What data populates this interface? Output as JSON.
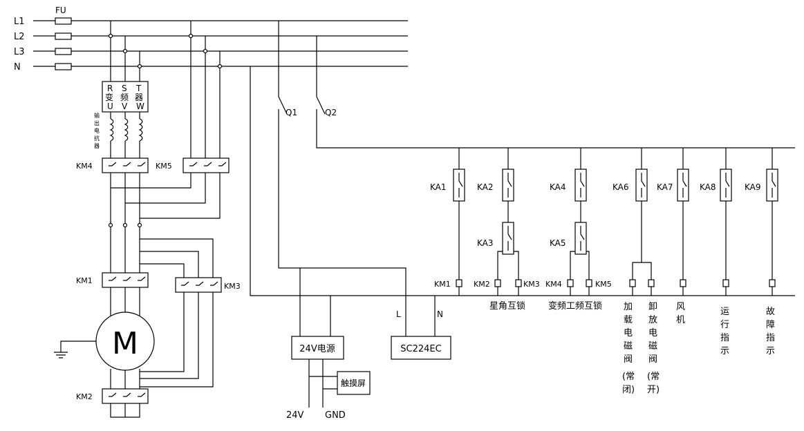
{
  "lines": [
    "L1",
    "L2",
    "L3",
    "N"
  ],
  "fuse_label": "FU",
  "inverter": {
    "r": "R",
    "s": "S",
    "t": "T",
    "c1": "变",
    "c2": "频",
    "c3": "器",
    "u": "U",
    "v": "V",
    "w": "W"
  },
  "reactor_label": [
    "输",
    "出",
    "电",
    "抗",
    "器"
  ],
  "contactors": {
    "km1": "KM1",
    "km2": "KM2",
    "km3": "KM3",
    "km4": "KM4",
    "km5": "KM5"
  },
  "motor_label": "M",
  "breakers": {
    "q1": "Q1",
    "q2": "Q2"
  },
  "power_supply": "24V电源",
  "touch_screen": "触摸屏",
  "plc": "SC224EC",
  "plc_l": "L",
  "plc_n": "N",
  "outputs": {
    "v24": "24V",
    "gnd": "GND"
  },
  "relays": {
    "ka1": "KA1",
    "ka2": "KA2",
    "ka3": "KA3",
    "ka4": "KA4",
    "ka5": "KA5",
    "ka6": "KA6",
    "ka7": "KA7",
    "ka8": "KA8",
    "ka9": "KA9"
  },
  "coil_labels": {
    "km1": "KM1",
    "km2": "KM2",
    "km3": "KM3",
    "km4": "KM4",
    "km5": "KM5"
  },
  "groups": {
    "star_delta": "星角互锁",
    "vf_lock": "变频工频互锁",
    "load_valve": [
      "加",
      "载",
      "电",
      "磁",
      "阀",
      "(常",
      "闭)"
    ],
    "unload_valve": [
      "卸",
      "放",
      "电",
      "磁",
      "阀",
      "(常",
      "开)"
    ],
    "fan": [
      "风",
      "机"
    ],
    "run": [
      "运",
      "行",
      "指",
      "示"
    ],
    "fault": [
      "故",
      "障",
      "指",
      "示"
    ]
  }
}
